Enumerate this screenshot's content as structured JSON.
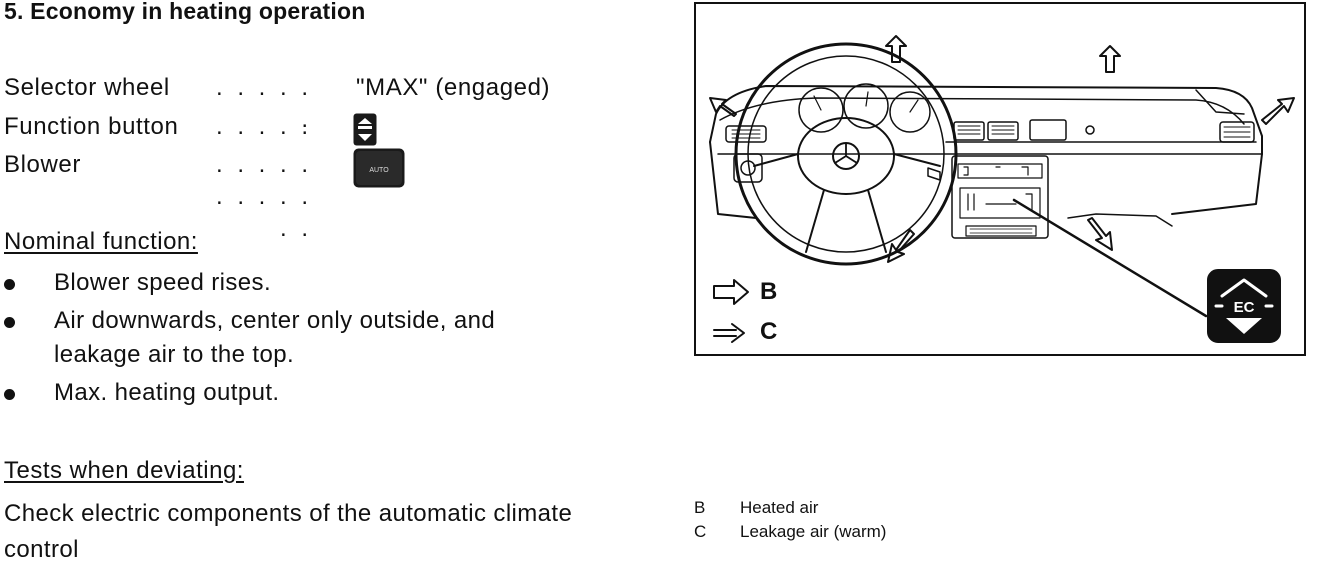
{
  "title": "5. Economy in heating operation",
  "settings": [
    {
      "label": "Selector wheel",
      "dots": ". . . . . .",
      "value": "\"MAX\"  (engaged)"
    },
    {
      "label": "Function button",
      "dots": ". . . . .",
      "value": ""
    },
    {
      "label": "Blower",
      "dots": ". . . . . . . . . . . .",
      "value": ""
    }
  ],
  "buttons": {
    "function_icon": "ec-button-icon",
    "blower_icon": "auto-button-icon",
    "blower_label": "AUTO"
  },
  "nominal": {
    "heading": "Nominal function:",
    "items": [
      "Blower speed rises.",
      "Air downwards, center only outside, and leakage air to the top.",
      "Max. heating output."
    ]
  },
  "tests": {
    "heading": "Tests when deviating:",
    "text": "Check electric components of the automatic climate control"
  },
  "figure": {
    "inset_label": "EC",
    "legend_inline": [
      {
        "key": "B"
      },
      {
        "key": "C"
      }
    ]
  },
  "legend": [
    {
      "key": "B",
      "text": "Heated air"
    },
    {
      "key": "C",
      "text": "Leakage air (warm)"
    }
  ]
}
